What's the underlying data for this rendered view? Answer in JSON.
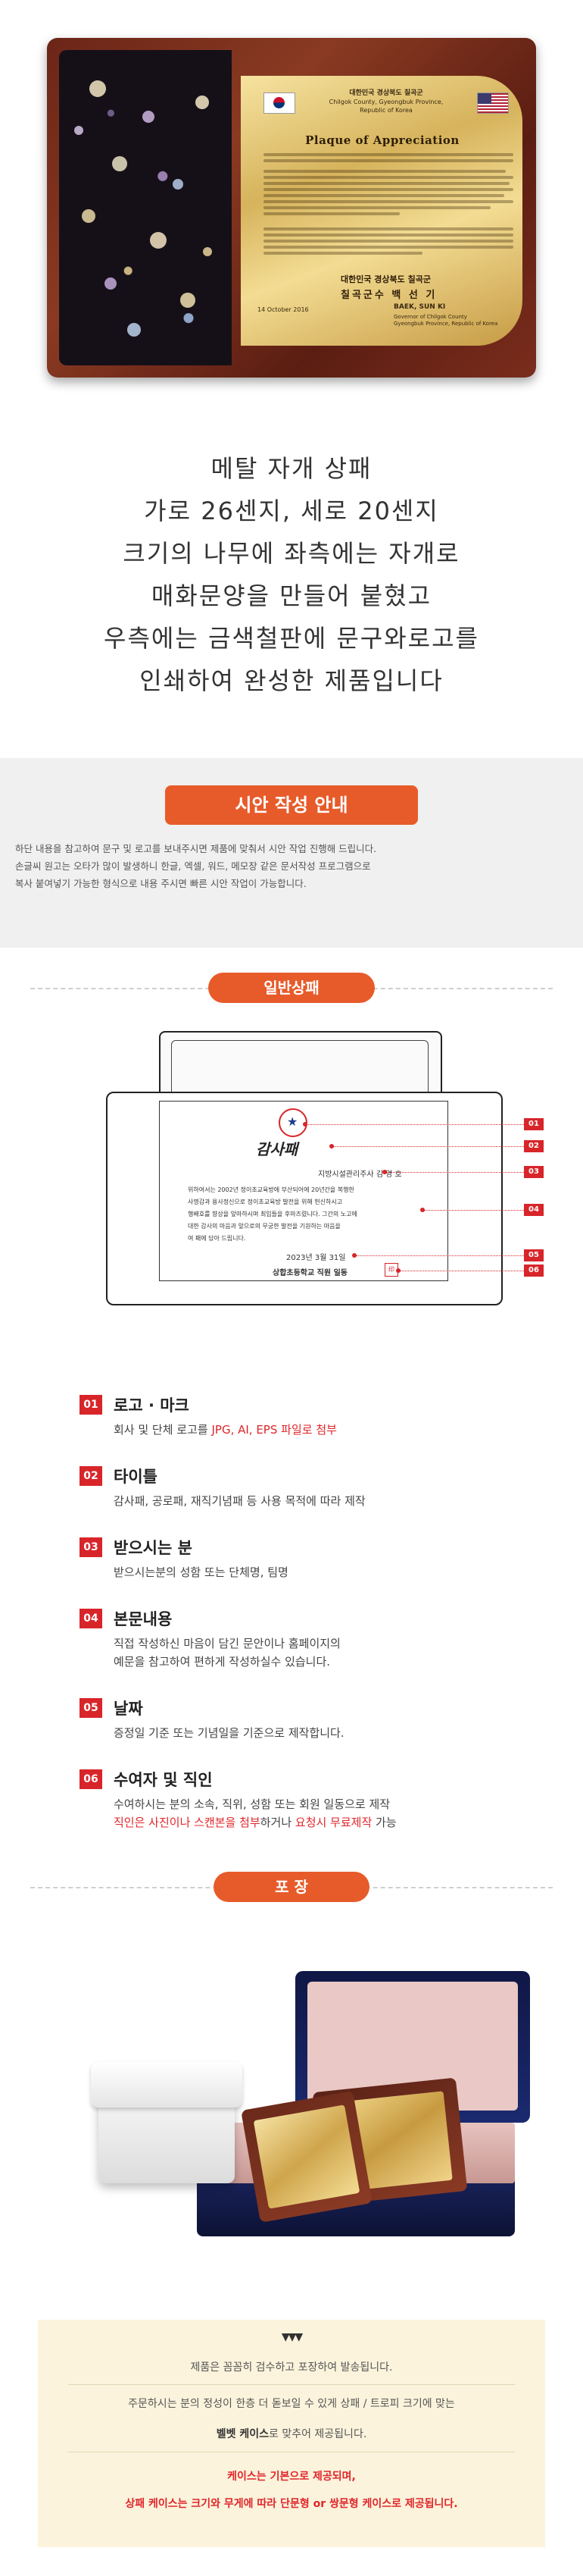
{
  "plaque": {
    "org_ko": "대한민국 경상북도 칠곡군",
    "org_en_1": "Chilgok County, Gyeongbuk Province,",
    "org_en_2": "Republic of Korea",
    "title": "Plaque of Appreciation",
    "giver_org": "대한민국  경상북도  칠곡군",
    "giver_title_name": "칠곡군수  백 선 기",
    "date": "14 October 2016",
    "signer": "BAEK, SUN KI",
    "signer_role_1": "Governor of Chilgok County",
    "signer_role_2": "Gyeongbuk Province, Republic of Korea"
  },
  "description": {
    "lines": [
      "메탈 자개 상패",
      "가로 26센지, 세로 20센지",
      "크기의 나무에 좌측에는 자개로",
      "매화문양을 만들어 붙혔고",
      "우측에는 금색철판에 문구와로고를",
      "인쇄하여 완성한 제품입니다"
    ]
  },
  "draft": {
    "title": "시안 작성 안내",
    "intro_lines": [
      "하단 내용을 참고하여 문구 및 로고를 보내주시면 제품에 맞춰서 시안 작업 진행해 드립니다.",
      "손글씨 원고는 오타가 많이 발생하니 한글, 엑셀, 워드, 메모장 같은 문서작성 프로그램으로",
      "복사 붙여넣기 가능한 형식으로 내용 주시면 빠른 시안 작업이 가능합니다."
    ]
  },
  "general": {
    "label": "일반상패",
    "sample": {
      "logo_text": "감사패",
      "org": "지방시설관리주사  김 영 호",
      "body_lines": [
        "위하여서는 2002년 정이초교육방에 부산되어에 20년간을 복행한",
        "사명감과 용사정신으로 정이초교육방 발전을 위해 헌신하시고",
        "행배호를 향상을 앞마하시며 최임들을 후마즈렸니다. 그간의 노고에",
        "대한 감사의 마음과 앞으로의 무궁한 발전을 기원하는 마음을",
        "여 패에 담아 드립니다."
      ],
      "date": "2023년 3월 31일",
      "giver": "상합초등학교 직원 일동"
    },
    "callouts": [
      "01",
      "02",
      "03",
      "04",
      "05",
      "06"
    ]
  },
  "items": [
    {
      "num": "01",
      "title": "로고 · 마크",
      "text": "회사 및 단체 로고를 ",
      "text_red": "JPG, AI, EPS 파일로 첨부",
      "text_after": ""
    },
    {
      "num": "02",
      "title": "타이틀",
      "text": "감사패, 공로패, 재직기념패 등 사용 목적에 따라 제작",
      "text_red": "",
      "text_after": ""
    },
    {
      "num": "03",
      "title": "받으시는 분",
      "text": "받으시는분의 성함 또는 단체명, 팀명",
      "text_red": "",
      "text_after": ""
    },
    {
      "num": "04",
      "title": "본문내용",
      "text": "직접 작성하신 마음이 담긴 문안이나 홈페이지의",
      "text2": "예문을 참고하여 편하게 작성하실수 있습니다.",
      "text_red": "",
      "text_after": ""
    },
    {
      "num": "05",
      "title": "날짜",
      "text": "증정일 기준 또는 기념일을 기준으로 제작합니다.",
      "text_red": "",
      "text_after": ""
    },
    {
      "num": "06",
      "title": "수여자 및 직인",
      "text": "수여하시는 분의 소속, 직위, 성함 또는 회원 일동으로 제작"
    }
  ],
  "item6_line2": {
    "a": "직인은 사진이나 스캔본을 첨부",
    "b": "하거나 ",
    "c": "요청시 무료제작",
    "d": " 가능"
  },
  "packaging": {
    "label": "포 장"
  },
  "note": {
    "symbol": "▼▼▼",
    "line1": "제품은 꼼꼼히 검수하고 포장하여 발송됩니다.",
    "line2": "주문하시는 분의 정성이 한층 더 돋보일 수 있게 상패 / 트로피 크기에 맞는",
    "line3_strong": "벨벳 케이스",
    "line3_rest": "로 맞추어 제공됩니다.",
    "line4": "케이스는 기본으로 제공되며,",
    "line5": "상패 케이스는 크기와 무게에 따라 단문형 or 쌍문형 케이스로 제공됩니다."
  },
  "colors": {
    "accent": "#e75b2a",
    "red": "#d8252a",
    "note_bg": "#fbf3dc"
  }
}
